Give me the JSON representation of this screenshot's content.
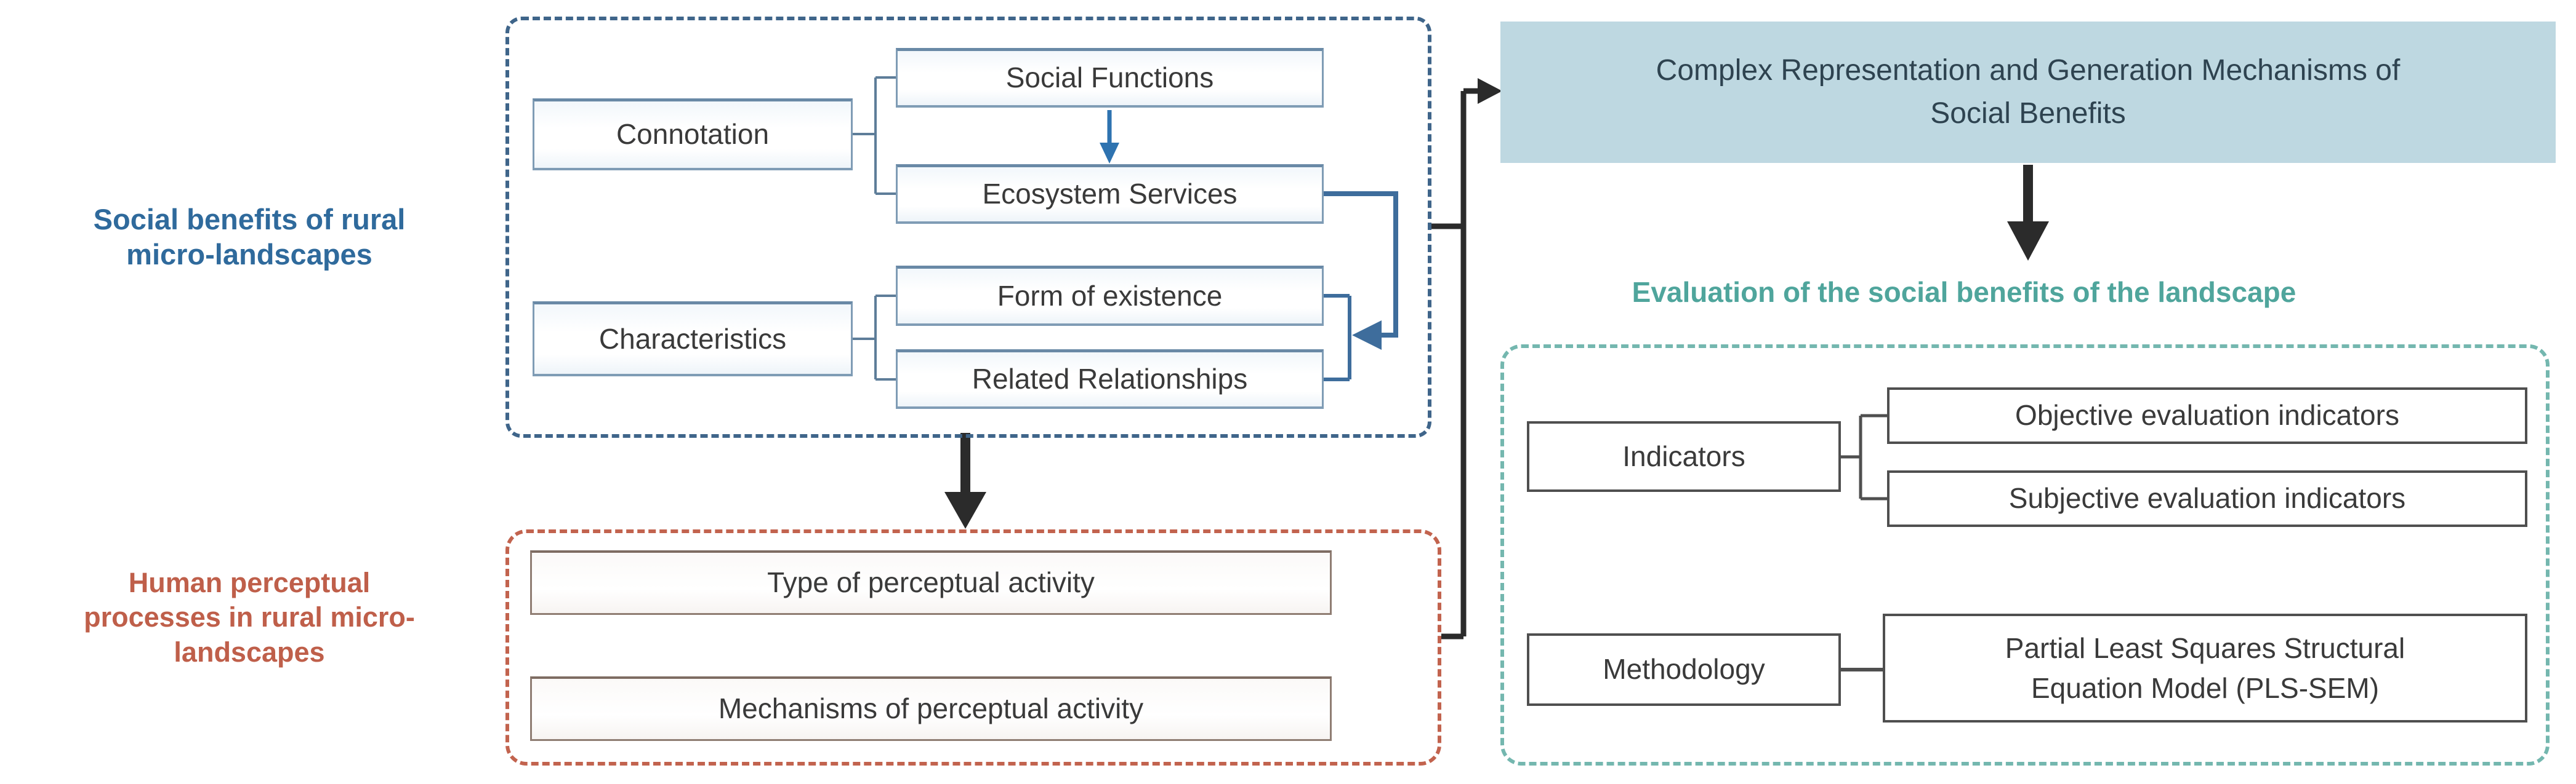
{
  "labels": {
    "left_top": [
      "Social benefits of rural",
      "micro-landscapes"
    ],
    "left_bottom": [
      "Human perceptual",
      "processes in rural micro-",
      "landscapes"
    ],
    "evaluation_heading": "Evaluation of the social benefits of the landscape"
  },
  "blue_group": {
    "connotation": "Connotation",
    "social_functions": "Social Functions",
    "ecosystem_services": "Ecosystem Services",
    "characteristics": "Characteristics",
    "form_of_existence": "Form of existence",
    "related_relationships": "Related Relationships"
  },
  "orange_group": {
    "type_activity": "Type of perceptual activity",
    "mechanisms_activity": "Mechanisms of perceptual activity"
  },
  "teal_group": {
    "complex_box": [
      "Complex Representation and Generation Mechanisms of",
      "Social Benefits"
    ],
    "indicators": "Indicators",
    "objective": "Objective evaluation indicators",
    "subjective": "Subjective evaluation indicators",
    "methodology": "Methodology",
    "pls_sem": [
      "Partial Least Squares Structural",
      "Equation Model (PLS-SEM)"
    ]
  },
  "colors": {
    "blue_heading": "#2f6a9c",
    "orange_heading": "#bf5f4a",
    "teal_heading": "#4fa59c",
    "blue_dashed_border": "#3f658a",
    "orange_dashed_border": "#c2634e",
    "teal_dashed_border": "#74b7af",
    "teal_box_fill": "#bed8e1",
    "bright_blue_arrow": "#2e73b0",
    "slate_blue_connector": "#3e6d9c",
    "black_connector": "#2b2b2b"
  }
}
